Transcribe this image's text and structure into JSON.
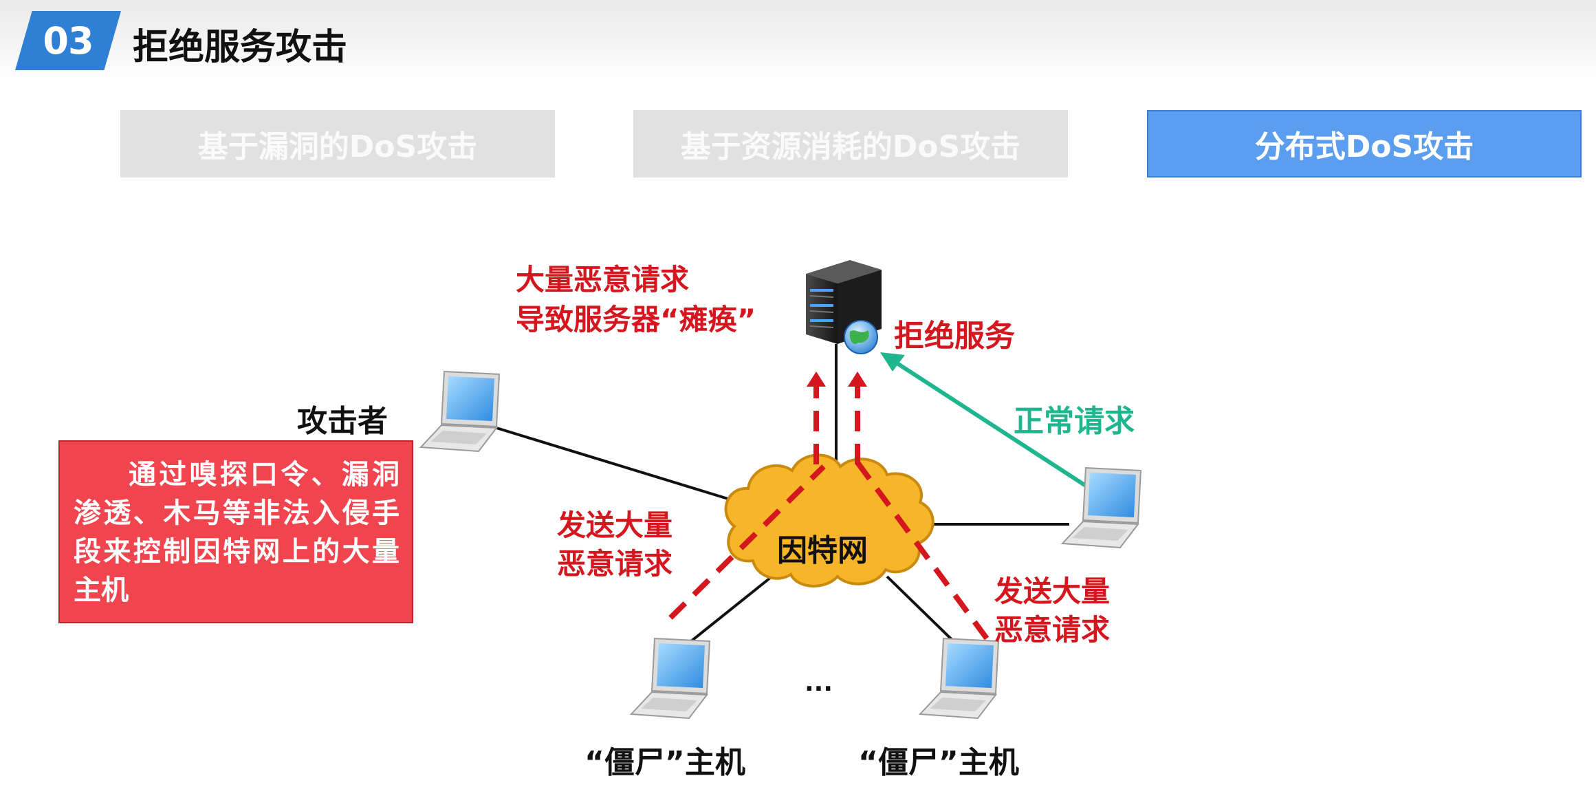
{
  "header": {
    "number": "03",
    "title": "拒绝服务攻击"
  },
  "tabs": [
    {
      "label": "基于漏洞的DoS攻击",
      "active": false
    },
    {
      "label": "基于资源消耗的DoS攻击",
      "active": false
    },
    {
      "label": "分布式DoS攻击",
      "active": true
    }
  ],
  "diagram": {
    "server_note_line1": "大量恶意请求",
    "server_note_line2": "导致服务器“瘫痪”",
    "deny_label": "拒绝服务",
    "normal_label": "正常请求",
    "attacker_label": "攻击者",
    "attacker_note": "通过嗅探口令、漏洞渗透、木马等非法入侵手段来控制因特网上的大量主机",
    "send_left_line1": "发送大量",
    "send_left_line2": "恶意请求",
    "send_right_line1": "发送大量",
    "send_right_line2": "恶意请求",
    "cloud_label": "因特网",
    "ellipsis": "...",
    "zombie_left": "“僵尸”主机",
    "zombie_right": "“僵尸”主机"
  },
  "colors": {
    "accent_blue": "#2f7fd4",
    "tab_active": "#5b9ef0",
    "tab_inactive": "#e1e1e1",
    "attack_red": "#d4171e",
    "normal_teal": "#1fb58f",
    "cloud_orange": "#f7b52a",
    "note_box": "#f0454e"
  },
  "icons": {
    "server": "server-rack-icon",
    "globe": "globe-icon",
    "laptop": "laptop-icon",
    "cloud": "cloud-icon"
  }
}
